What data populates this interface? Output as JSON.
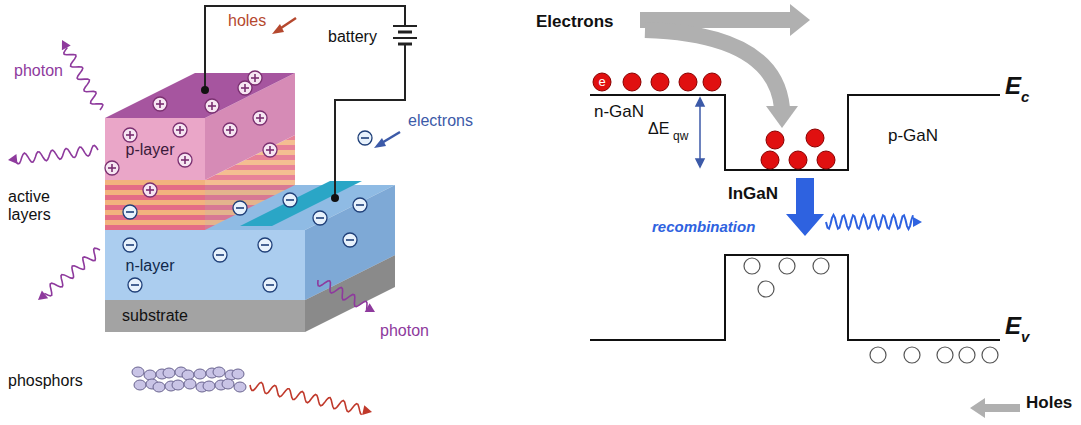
{
  "diagram": {
    "nodes": [
      {
        "text": [
          "p-layer"
        ]
      },
      {
        "text": [
          "n-layer"
        ]
      },
      {
        "text": [
          "substrate"
        ]
      }
    ],
    "labels": [
      "holes",
      "battery",
      "electrons",
      "photon",
      "active layers",
      "photon",
      "phosphors",
      "Electrons",
      "e",
      "ΔE",
      "qw",
      "n-GaN",
      "InGaN",
      "recombination",
      "p-GaN",
      "E",
      "c",
      "E",
      "v",
      "Holes"
    ]
  }
}
